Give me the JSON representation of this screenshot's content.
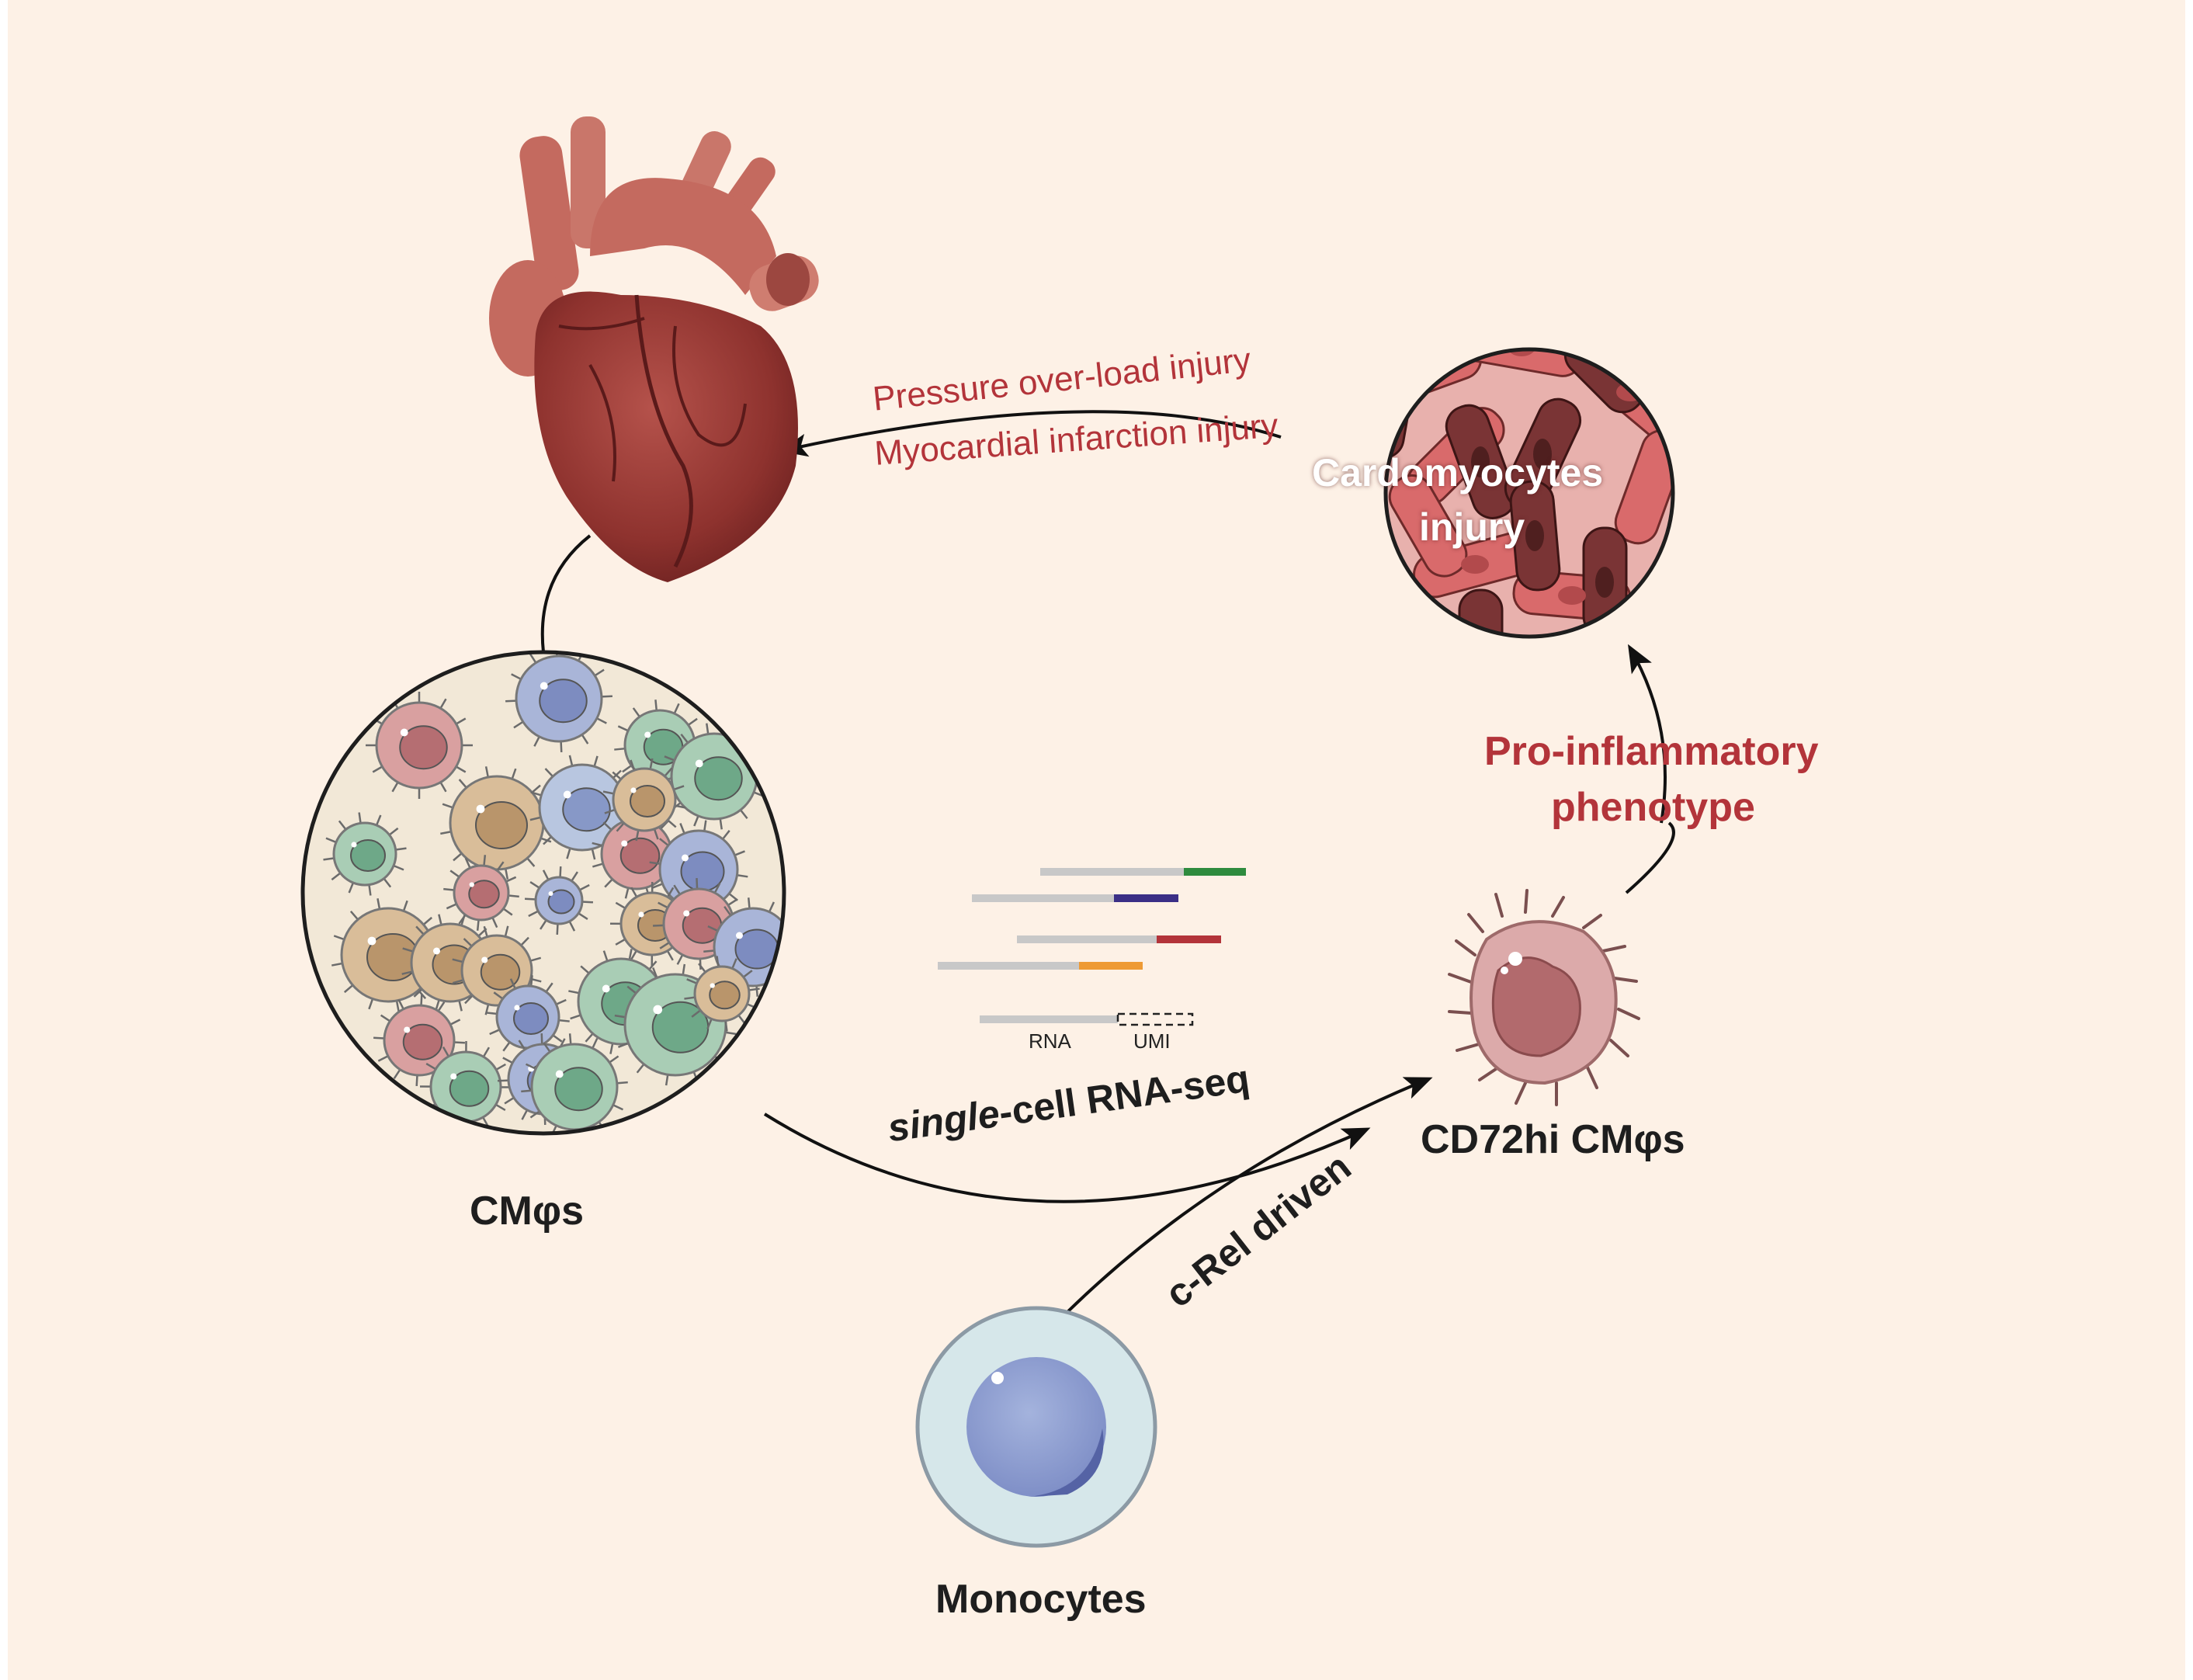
{
  "colors": {
    "background": "#fdf1e6",
    "accent_red": "#b3343a",
    "arrow": "#111111",
    "read_bars": [
      "#2e8b3e",
      "#3b2f86",
      "#b3343a",
      "#ee9a34"
    ]
  },
  "labels": {
    "injury_line_1": "Pressure over-load injury",
    "injury_line_2": "Myocardial infarction injury",
    "cardiomyocytes_line_1": "Cardomyocytes",
    "cardiomyocytes_line_2": "injury",
    "pro_inflammatory_line_1": "Pro-inflammatory",
    "pro_inflammatory_line_2": "phenotype",
    "cd72hi": "CD72hi CMφs",
    "cmphis": "CMφs",
    "scrnaseq_italic": "single",
    "scrnaseq_rest": "-cell RNA-seq",
    "crel": "c-Rel driven",
    "monocytes": "Monocytes",
    "rna": "RNA",
    "umi": "UMI"
  },
  "icons": [
    "heart-icon",
    "cardiomyocyte-tissue-icon",
    "macrophage-cluster-icon",
    "macrophage-icon",
    "monocyte-icon",
    "sequencing-reads-icon"
  ]
}
